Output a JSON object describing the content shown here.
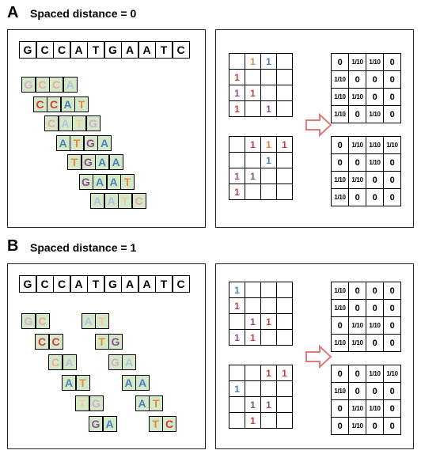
{
  "colors": {
    "A": "#4a7fbd",
    "C": "#cc3f3f",
    "G": "#8b4f8f",
    "T": "#e88a3c",
    "cell_bg": "#d5e9c8",
    "frame": "#222222",
    "arrow": "#e07a7a"
  },
  "panels": [
    {
      "letter": "A",
      "title": "Spaced distance = 0",
      "sequence": [
        "G",
        "C",
        "C",
        "A",
        "T",
        "G",
        "A",
        "A",
        "T",
        "C"
      ],
      "kmers": [
        [
          "G",
          "C",
          "C",
          "A"
        ],
        [
          "C",
          "C",
          "A",
          "T"
        ],
        [
          "C",
          "A",
          "T",
          "G"
        ],
        [
          "A",
          "T",
          "G",
          "A"
        ],
        [
          "T",
          "G",
          "A",
          "A"
        ],
        [
          "G",
          "A",
          "A",
          "T"
        ],
        [
          "A",
          "A",
          "T",
          "C"
        ]
      ],
      "kmer_faded": [
        [
          true,
          true,
          true,
          true
        ],
        [
          false,
          false,
          false,
          false
        ],
        [
          true,
          true,
          true,
          true
        ],
        [
          false,
          false,
          false,
          false
        ],
        [
          false,
          false,
          false,
          false
        ],
        [
          false,
          false,
          false,
          false
        ],
        [
          true,
          true,
          true,
          true
        ]
      ],
      "count_matrices": [
        {
          "cells": [
            [
              "",
              "1",
              "1",
              ""
            ],
            [
              "1",
              "",
              "",
              ""
            ],
            [
              "1",
              "1",
              "",
              ""
            ],
            [
              "1",
              "",
              "1",
              ""
            ]
          ],
          "colors": [
            [
              "",
              "T",
              "A",
              ""
            ],
            [
              "C",
              "",
              "",
              ""
            ],
            [
              "G",
              "C",
              "",
              ""
            ],
            [
              "C",
              "",
              "G",
              ""
            ]
          ]
        },
        {
          "cells": [
            [
              "",
              "1",
              "1",
              "1"
            ],
            [
              "",
              "",
              "1",
              ""
            ],
            [
              "1",
              "1",
              "",
              ""
            ],
            [
              "1",
              "",
              "",
              ""
            ]
          ],
          "colors": [
            [
              "",
              "C",
              "T",
              "C"
            ],
            [
              "",
              "",
              "A",
              ""
            ],
            [
              "G",
              "G",
              "",
              ""
            ],
            [
              "C",
              "",
              "",
              ""
            ]
          ]
        }
      ],
      "prob_matrices": [
        [
          [
            "0",
            "1/10",
            "1/10",
            "0"
          ],
          [
            "1/10",
            "0",
            "0",
            "0"
          ],
          [
            "1/10",
            "1/10",
            "0",
            "0"
          ],
          [
            "1/10",
            "0",
            "1/10",
            "0"
          ]
        ],
        [
          [
            "0",
            "1/10",
            "1/10",
            "1/10"
          ],
          [
            "0",
            "0",
            "1/10",
            "0"
          ],
          [
            "1/10",
            "1/10",
            "0",
            "0"
          ],
          [
            "1/10",
            "0",
            "0",
            "0"
          ]
        ]
      ]
    },
    {
      "letter": "B",
      "title": "Spaced distance = 1",
      "sequence": [
        "G",
        "C",
        "C",
        "A",
        "T",
        "G",
        "A",
        "A",
        "T",
        "C"
      ],
      "kmers": [
        [
          "G",
          "C",
          "A",
          "T"
        ],
        [
          "C",
          "C",
          "T",
          "G"
        ],
        [
          "C",
          "A",
          "G",
          "A"
        ],
        [
          "A",
          "T",
          "A",
          "A"
        ],
        [
          "T",
          "G",
          "A",
          "T"
        ],
        [
          "G",
          "A",
          "T",
          "C"
        ]
      ],
      "kmer_faded": [
        [
          true,
          true,
          true,
          true
        ],
        [
          false,
          false,
          false,
          false
        ],
        [
          true,
          true,
          true,
          true
        ],
        [
          false,
          false,
          false,
          false
        ],
        [
          true,
          true,
          false,
          false
        ],
        [
          false,
          false,
          false,
          false
        ]
      ],
      "count_matrices": [
        {
          "cells": [
            [
              "1",
              "",
              "",
              ""
            ],
            [
              "1",
              "",
              "",
              ""
            ],
            [
              "",
              "1",
              "1",
              ""
            ],
            [
              "1",
              "1",
              "",
              ""
            ]
          ],
          "colors": [
            [
              "A",
              "",
              "",
              ""
            ],
            [
              "C",
              "",
              "",
              ""
            ],
            [
              "",
              "G",
              "C",
              ""
            ],
            [
              "G",
              "C",
              "",
              ""
            ]
          ]
        },
        {
          "cells": [
            [
              "",
              "",
              "1",
              "1"
            ],
            [
              "1",
              "",
              "",
              ""
            ],
            [
              "",
              "1",
              "1",
              ""
            ],
            [
              "",
              "1",
              "",
              ""
            ]
          ],
          "colors": [
            [
              "",
              "",
              "C",
              "C"
            ],
            [
              "A",
              "",
              "",
              ""
            ],
            [
              "",
              "G",
              "G",
              ""
            ],
            [
              "",
              "C",
              "",
              ""
            ]
          ]
        }
      ],
      "prob_matrices": [
        [
          [
            "1/10",
            "0",
            "0",
            "0"
          ],
          [
            "1/10",
            "0",
            "0",
            "0"
          ],
          [
            "0",
            "1/10",
            "1/10",
            "0"
          ],
          [
            "1/10",
            "1/10",
            "0",
            "0"
          ]
        ],
        [
          [
            "0",
            "0",
            "1/10",
            "1/10"
          ],
          [
            "1/10",
            "0",
            "0",
            "0"
          ],
          [
            "0",
            "1/10",
            "1/10",
            "0"
          ],
          [
            "0",
            "1/10",
            "0",
            "0"
          ]
        ]
      ]
    }
  ]
}
